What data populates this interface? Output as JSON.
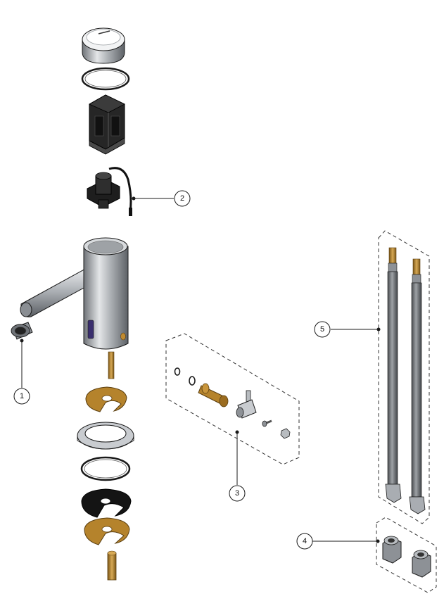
{
  "callouts": [
    {
      "id": "1",
      "label": "1"
    },
    {
      "id": "2",
      "label": "2"
    },
    {
      "id": "3",
      "label": "3"
    },
    {
      "id": "4",
      "label": "4"
    },
    {
      "id": "5",
      "label": "5"
    }
  ],
  "colors": {
    "line": "#1a1a1a",
    "steel": "#b8bcc0",
    "steel_dark": "#6f7378",
    "brass": "#b8862e",
    "brass_dark": "#7a5516",
    "black_part": "#1c1c1c",
    "hose": "#6b6e72"
  }
}
